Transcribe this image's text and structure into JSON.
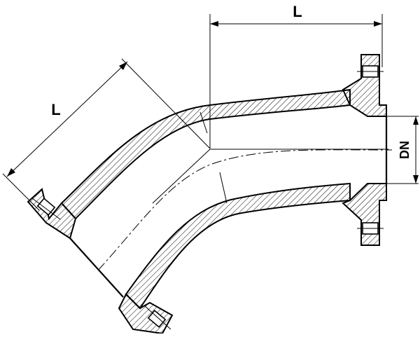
{
  "labels": {
    "length_top": "L",
    "length_diagonal": "L",
    "diameter": "DN"
  },
  "colors": {
    "line": "#000000",
    "background": "#ffffff"
  }
}
